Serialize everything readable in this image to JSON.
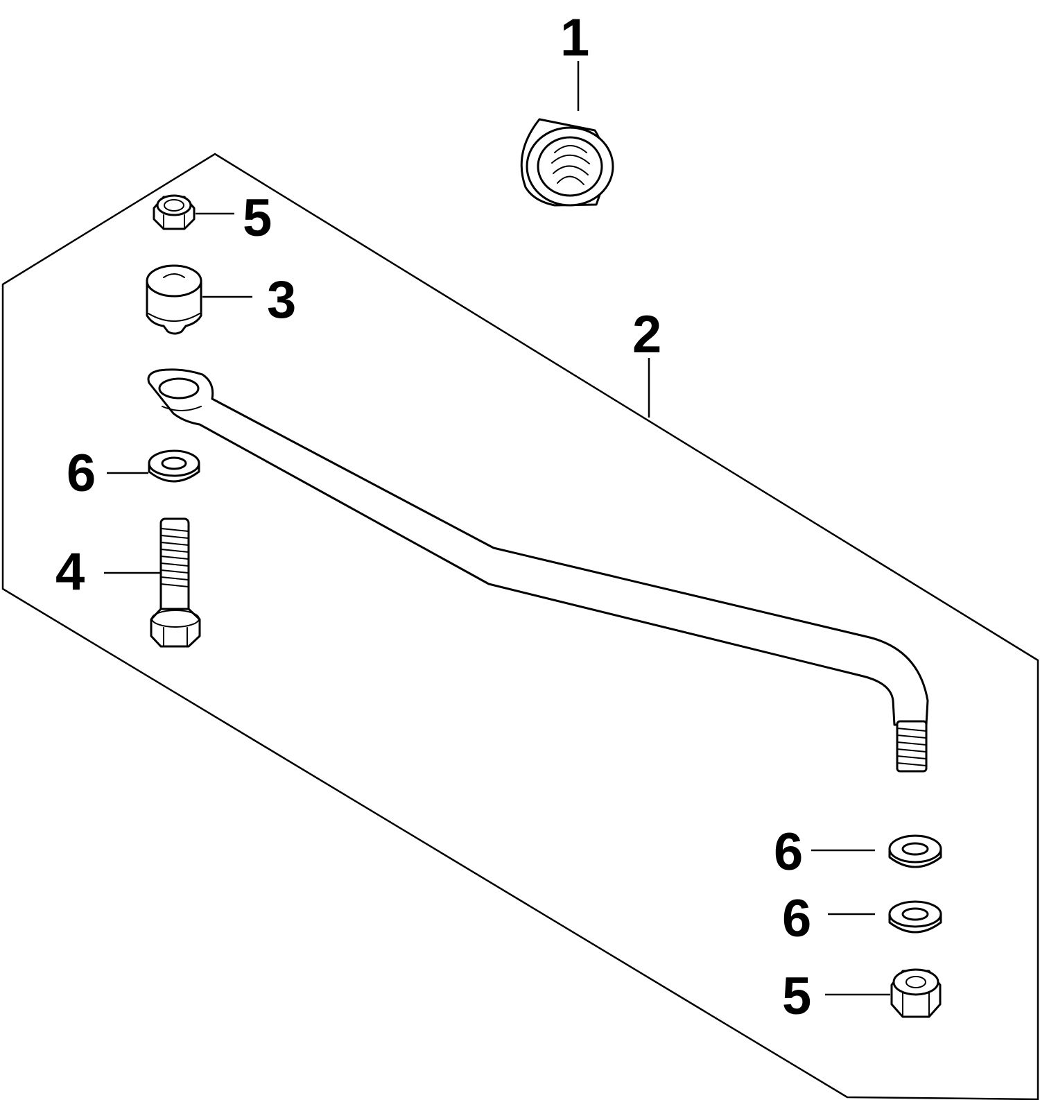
{
  "callouts": {
    "c1": "1",
    "c2": "2",
    "c3": "3",
    "c4": "4",
    "c5_top": "5",
    "c5_bottom": "5",
    "c6_left": "6",
    "c6_upper_right": "6",
    "c6_lower_right": "6"
  },
  "colors": {
    "line": "#000000",
    "background": "#ffffff"
  }
}
